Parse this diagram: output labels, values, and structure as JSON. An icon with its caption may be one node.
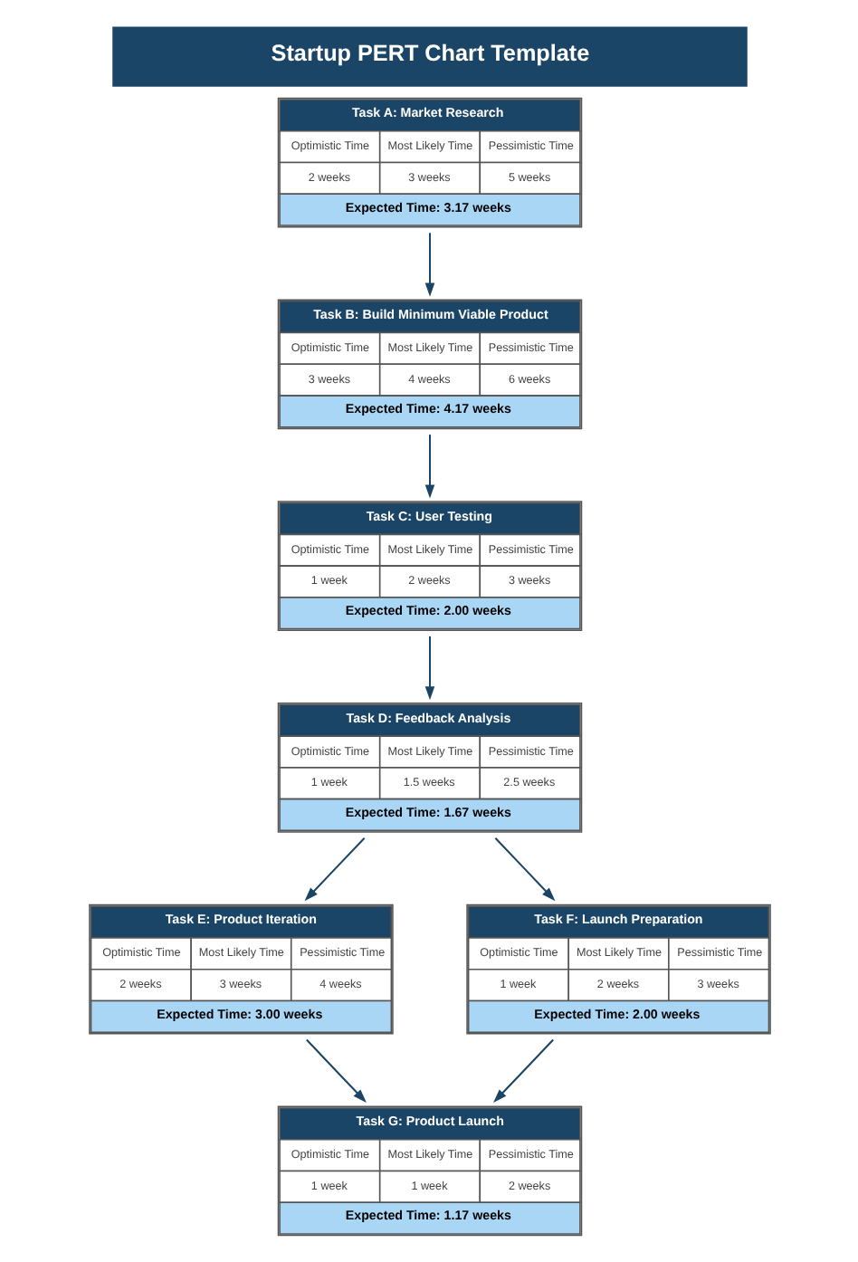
{
  "diagram": {
    "title": "Startup PERT Chart Template",
    "nodes": [
      {
        "text": [
          "Task A: Market Research",
          "Optimistic Time",
          "Most Likely Time",
          "Pessimistic Time",
          "2 weeks",
          "3 weeks",
          "5 weeks",
          "Expected Time: 3.17 weeks"
        ]
      },
      {
        "text": [
          "Task B: Build Minimum Viable Product",
          "Optimistic Time",
          "Most Likely Time",
          "Pessimistic Time",
          "3 weeks",
          "4 weeks",
          "6 weeks",
          "Expected Time: 4.17 weeks"
        ]
      },
      {
        "text": [
          "Task C: User Testing",
          "Optimistic Time",
          "Most Likely Time",
          "Pessimistic Time",
          "1 week",
          "2 weeks",
          "3 weeks",
          "Expected Time: 2.00 weeks"
        ]
      },
      {
        "text": [
          "Task D: Feedback Analysis",
          "Optimistic Time",
          "Most Likely Time",
          "Pessimistic Time",
          "1 week",
          "1.5 weeks",
          "2.5 weeks",
          "Expected Time: 1.67 weeks"
        ]
      },
      {
        "text": [
          "Task E: Product Iteration",
          "Optimistic Time",
          "Most Likely Time",
          "Pessimistic Time",
          "2 weeks",
          "3 weeks",
          "4 weeks",
          "Expected Time: 3.00 weeks"
        ]
      },
      {
        "text": [
          "Task F: Launch Preparation",
          "Optimistic Time",
          "Most Likely Time",
          "Pessimistic Time",
          "1 week",
          "2 weeks",
          "3 weeks",
          "Expected Time: 2.00 weeks"
        ]
      },
      {
        "text": [
          "Task G: Product Launch",
          "Optimistic Time",
          "Most Likely Time",
          "Pessimistic Time",
          "1 week",
          "1 week",
          "2 weeks",
          "Expected Time: 1.17 weeks"
        ]
      }
    ],
    "edges": [
      {
        "from": 0,
        "to": 1,
        "arrow": "to"
      },
      {
        "from": 1,
        "to": 2,
        "arrow": "to"
      },
      {
        "from": 2,
        "to": 3,
        "arrow": "to"
      },
      {
        "from": 3,
        "to": 4,
        "arrow": "to"
      },
      {
        "from": 3,
        "to": 5,
        "arrow": "to"
      },
      {
        "from": 4,
        "to": 6,
        "arrow": "to"
      },
      {
        "from": 5,
        "to": 6,
        "arrow": "to"
      }
    ]
  }
}
